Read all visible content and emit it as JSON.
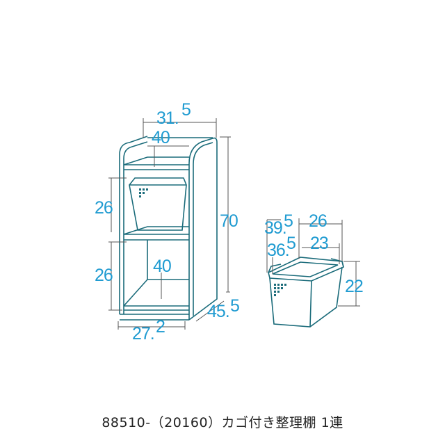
{
  "colors": {
    "background": "#ffffff",
    "line": "#1a6b7a",
    "dimension_text": "#1f9bd1",
    "caption": "#222222"
  },
  "shelf": {
    "width_main": "31.",
    "width_sup": "5",
    "top_bin_width": "40",
    "top_bin_height": "26",
    "bottom_bin_height": "26",
    "inner_bin_width": "40",
    "height_total": "70",
    "depth_main": "45.",
    "depth_sup": "5",
    "base_width_main": "27.",
    "base_width_sup": "2"
  },
  "basket": {
    "outer_depth_main": "39.",
    "outer_depth_sup": "5",
    "outer_width": "26",
    "inner_depth_main": "36.",
    "inner_depth_sup": "5",
    "inner_width": "23",
    "height": "22"
  },
  "caption": "88510-（20160）カゴ付き整理棚 1連"
}
